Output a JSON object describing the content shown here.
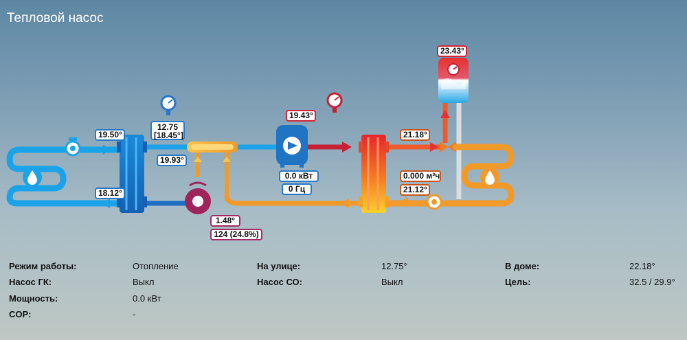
{
  "page": {
    "title": "Тепловой насос"
  },
  "scheme": {
    "t_ground_in": "19.50°",
    "t_ground_out": "18.12°",
    "pressure": "12.75",
    "pressure_sub": "[18.45°]",
    "t_evap": "19.93°",
    "t_compressor": "19.43°",
    "power": "0.0 кВт",
    "frequency": "0 Гц",
    "t_valve": "1.48°",
    "valve_steps": "124 (24.8%)",
    "t_supply": "21.18°",
    "flow": "0.000 м³ч",
    "t_return": "21.12°",
    "t_tank": "23.43°"
  },
  "info": {
    "mode_label": "Режим работы:",
    "mode_value": "Отопление",
    "pump_gk_label": "Насос ГК:",
    "pump_gk_value": "Выкл",
    "power_label": "Мощность:",
    "power_value": "0.0 кВт",
    "cop_label": "COP:",
    "cop_value": "-",
    "outside_label": "На улице:",
    "outside_value": "12.75°",
    "pump_co_label": "Насос СО:",
    "pump_co_value": "Выкл",
    "house_label": "В доме:",
    "house_value": "22.18°",
    "target_label": "Цель:",
    "target_value": "32.5 / 29.9°"
  },
  "colors": {
    "ground_loop": "#1aa3e8",
    "ground_hx": "#1c78c8",
    "compressor": "#1f74c4",
    "hot_gas": "#c62034",
    "heating_loop": "#f19a2a",
    "valve": "#a0245c",
    "tank_top": "#e8302f",
    "tank_bottom": "#27a7e6"
  },
  "icons": [
    "water-drop-icon",
    "pump-icon",
    "pressure-gauge-icon",
    "compressor-icon",
    "expansion-valve-icon",
    "boiler-tank-icon",
    "three-way-valve-icon"
  ]
}
